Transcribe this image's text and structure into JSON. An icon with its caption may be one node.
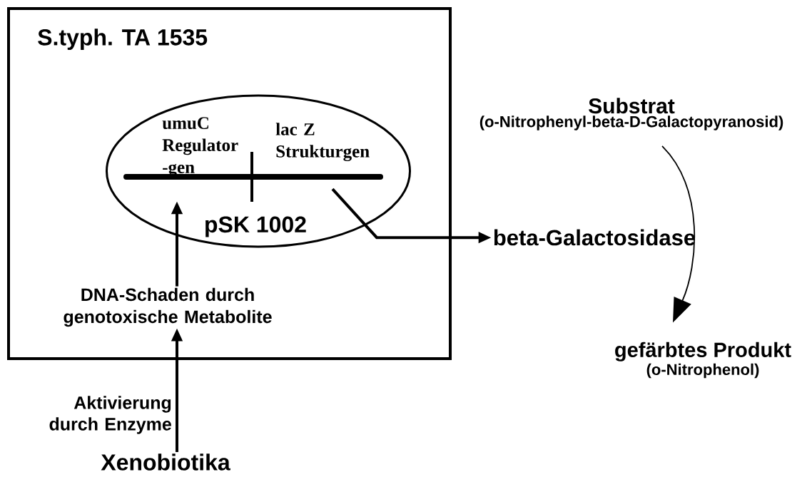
{
  "diagram": {
    "nodes": [
      {
        "text": [
          "S.typh. TA 1535"
        ]
      },
      {
        "text": [
          "pSK 1002"
        ],
        "in": 0
      },
      {
        "text": [
          "umuC Regulator -gen"
        ],
        "in": 1
      },
      {
        "text": [
          "lac Z Strukturgen"
        ],
        "in": 1
      },
      {
        "text": [
          "DNA-Schaden durch genotoxische Metabolite"
        ],
        "in": 0
      },
      {
        "text": [
          "Xenobiotika"
        ]
      },
      {
        "text": [
          "beta-Galactosidase"
        ]
      },
      {
        "text": [
          "Substrat",
          "(o-Nitrophenyl-beta-D-Galactopyranosid)"
        ]
      },
      {
        "text": [
          "gefärbtes Produkt",
          "(o-Nitrophenol)"
        ]
      }
    ],
    "edges": [
      {
        "from": 4,
        "to": 2,
        "arrow": "to"
      },
      {
        "from": 5,
        "to": 4,
        "arrow": "to",
        "label": "Aktivierung durch Enzyme"
      },
      {
        "from": 3,
        "to": 6,
        "arrow": "to"
      },
      {
        "from": 7,
        "to": 8,
        "arrow": "to"
      }
    ]
  }
}
